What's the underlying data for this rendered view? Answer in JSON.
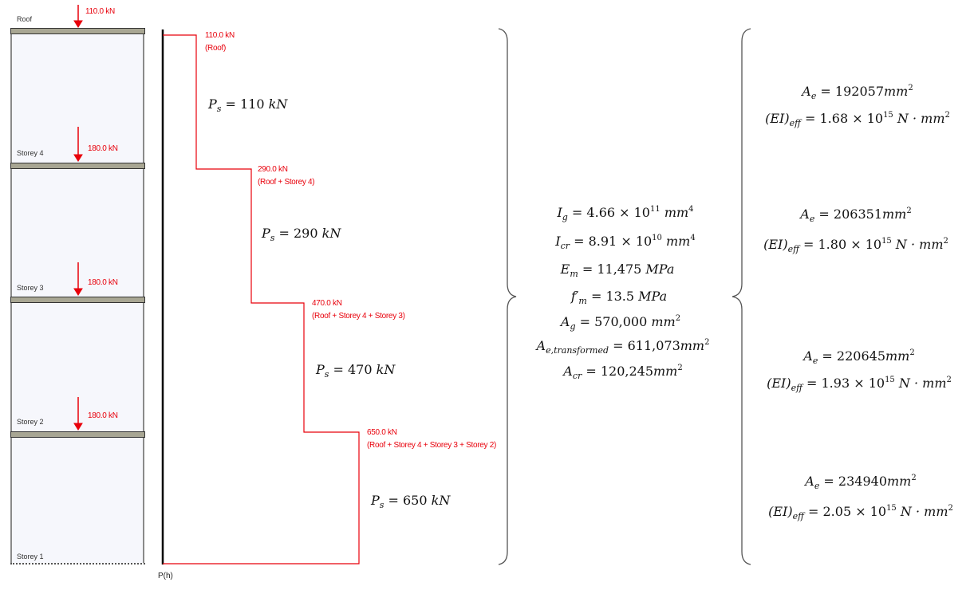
{
  "building": {
    "floors": [
      {
        "label": "Roof",
        "load": "110.0 kN"
      },
      {
        "label": "Storey 4",
        "load": "180.0 kN"
      },
      {
        "label": "Storey 3",
        "load": "180.0 kN"
      },
      {
        "label": "Storey 2",
        "load": "180.0 kN"
      },
      {
        "label": "Storey 1",
        "load": null
      }
    ]
  },
  "axial_diagram": {
    "axis_label": "P(h)",
    "steps": [
      {
        "value": "110.0 kN",
        "source": "(Roof)",
        "ps": "110"
      },
      {
        "value": "290.0 kN",
        "source": "(Roof + Storey 4)",
        "ps": "290"
      },
      {
        "value": "470.0 kN",
        "source": "(Roof + Storey 4 + Storey 3)",
        "ps": "470"
      },
      {
        "value": "650.0 kN",
        "source": "(Roof + Storey 4 + Storey 3 + Storey 2)",
        "ps": "650"
      }
    ],
    "ps_symbol": "P",
    "ps_sub": "s",
    "ps_unit": "kN"
  },
  "properties": {
    "Ig": {
      "sym": "I",
      "sub": "g",
      "mant": "4.66",
      "exp": "11",
      "unit": "mm",
      "unit_exp": "4"
    },
    "Icr": {
      "sym": "I",
      "sub": "cr",
      "mant": "8.91",
      "exp": "10",
      "unit": "mm",
      "unit_exp": "4"
    },
    "Em": {
      "sym": "E",
      "sub": "m",
      "value": "11,475",
      "unit": "MPa"
    },
    "fm": {
      "sym": "f′",
      "sub": "m",
      "value": "13.5",
      "unit": "MPa"
    },
    "Ag": {
      "sym": "A",
      "sub": "g",
      "value": "570,000",
      "unit": "mm",
      "unit_exp": "2"
    },
    "Aet": {
      "sym": "A",
      "sub": "e,transformed",
      "value": "611,073",
      "unit": "mm",
      "unit_exp": "2"
    },
    "Acr": {
      "sym": "A",
      "sub": "cr",
      "value": "120,245",
      "unit": "mm",
      "unit_exp": "2"
    }
  },
  "results": [
    {
      "ae": "192057",
      "ei_mant": "1.68",
      "ei_exp": "15"
    },
    {
      "ae": "206351",
      "ei_mant": "1.80",
      "ei_exp": "15"
    },
    {
      "ae": "220645",
      "ei_mant": "1.93",
      "ei_exp": "15"
    },
    {
      "ae": "234940",
      "ei_mant": "2.05",
      "ei_exp": "15"
    }
  ],
  "results_labels": {
    "ae_sym": "A",
    "ae_sub": "e",
    "area_unit": "mm",
    "area_exp": "2",
    "ei_sym": "(EI)",
    "ei_sub": "eff",
    "ei_unit": "N · mm",
    "ei_unit_exp": "2",
    "times": "× 10",
    "eq": " = "
  },
  "colors": {
    "load": "#e8000b",
    "slab": "#a8a693",
    "frame_bg": "#f6f7fc",
    "axis": "#000000",
    "brace": "#555555"
  }
}
